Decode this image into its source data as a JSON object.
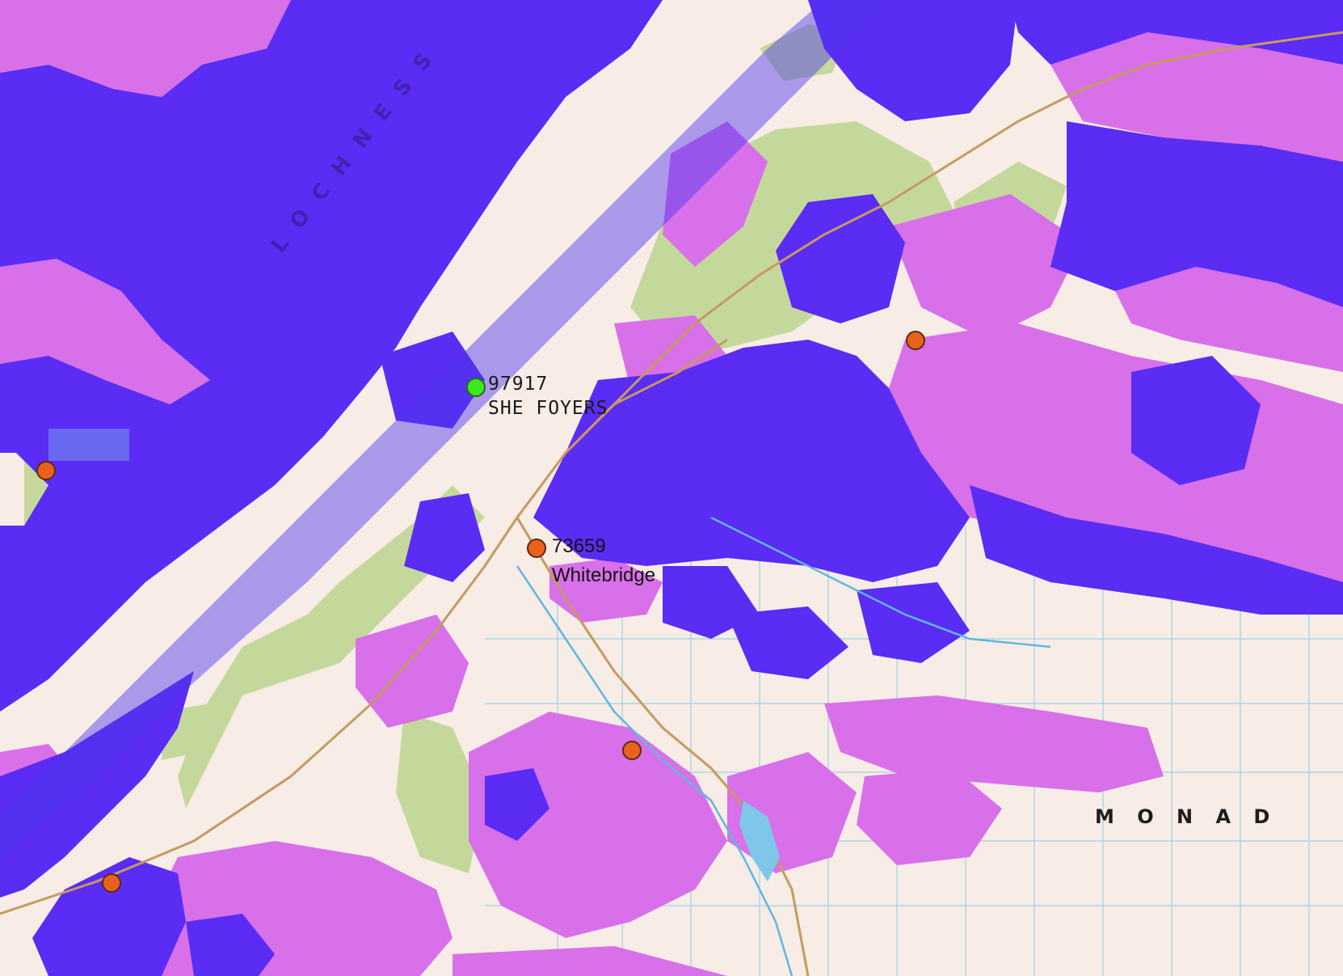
{
  "map": {
    "colors": {
      "water_overlay": "#5a2ef5",
      "lake": "#4e3cf0",
      "magenta_overlay": "#d86ae8",
      "forest": "#c8d9a0",
      "moor": "#f7e8e0",
      "grid": "#7fc8e8",
      "road": "#c9a26b",
      "orange_marker": "#e8621e",
      "green_marker": "#3ce81e"
    },
    "icon_markers": {
      "orange": "orange-circle-icon",
      "green": "green-circle-icon"
    },
    "sites": [
      {
        "id": "97917",
        "name": "SHE FOYERS",
        "color": "green"
      },
      {
        "id": "73659",
        "name": "Whitebridge",
        "color": "orange"
      }
    ],
    "map_text": {
      "loch_ness": "L O C H  N E S S",
      "monadh": "M O N A D"
    }
  }
}
